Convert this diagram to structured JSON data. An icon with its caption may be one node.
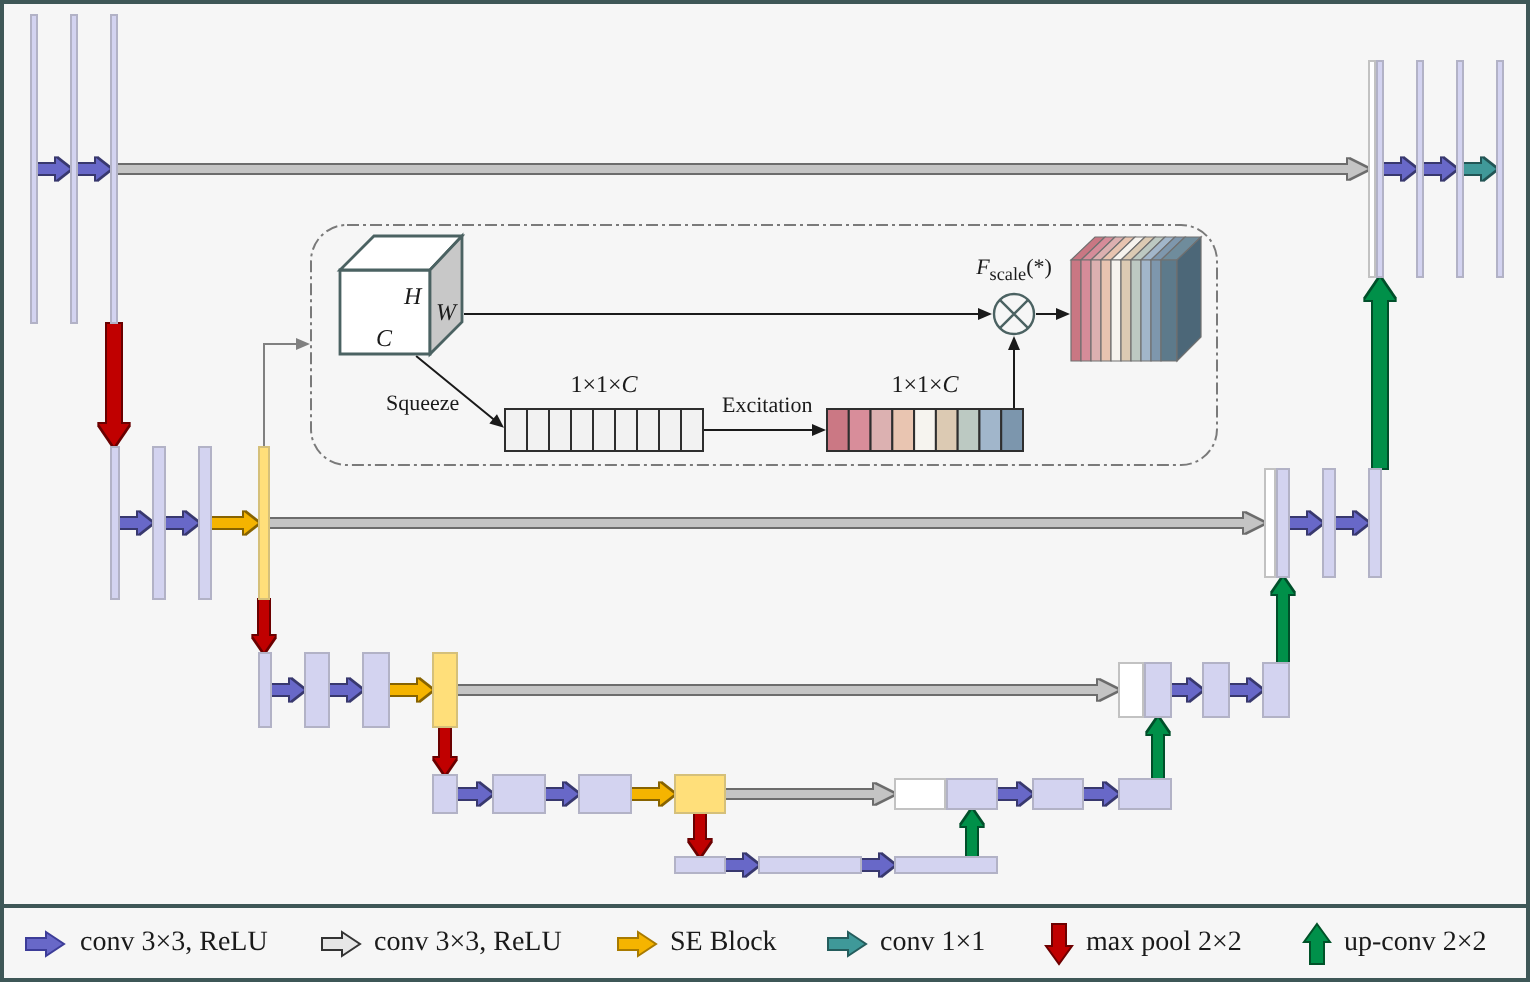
{
  "diagram": {
    "nodes": [
      {
        "text": [],
        "shape": "bar"
      },
      {
        "text": [],
        "shape": "bar"
      },
      {
        "text": [],
        "shape": "bar"
      },
      {
        "text": [],
        "shape": "bar"
      },
      {
        "text": [],
        "shape": "bar"
      },
      {
        "text": [],
        "shape": "bar"
      },
      {
        "text": [],
        "shape": "bar"
      },
      {
        "text": [],
        "shape": "bar"
      },
      {
        "text": [],
        "shape": "box"
      },
      {
        "text": [
          "H",
          "C",
          "W"
        ],
        "in": 8
      },
      {
        "text": [
          "*F*$_{scale}$(*)"
        ],
        "in": 8
      },
      {
        "text": [],
        "shape": "box",
        "in": 8
      },
      {
        "text": [
          "1×1×*C*"
        ],
        "in": 8
      },
      {
        "text": [
          "1×1×*C*"
        ],
        "in": 8
      },
      {
        "text": [],
        "shape": "bar"
      },
      {
        "text": [],
        "shape": "bar"
      },
      {
        "text": [],
        "shape": "bar"
      },
      {
        "text": [],
        "shape": "bar"
      },
      {
        "text": [],
        "shape": "bar"
      },
      {
        "text": [],
        "shape": "bar"
      },
      {
        "text": [],
        "shape": "bar"
      },
      {
        "text": [],
        "shape": "bar"
      },
      {
        "text": [],
        "shape": "bar"
      },
      {
        "text": [],
        "shape": "bar"
      },
      {
        "text": [],
        "shape": "bar"
      },
      {
        "text": [],
        "shape": "bar"
      },
      {
        "text": [],
        "shape": "bar"
      },
      {
        "text": [],
        "shape": "bar"
      },
      {
        "text": [],
        "shape": "bar"
      },
      {
        "text": [],
        "shape": "bar"
      },
      {
        "text": [],
        "shape": "bar"
      },
      {
        "text": [],
        "shape": "bar"
      },
      {
        "text": [],
        "shape": "bar"
      },
      {
        "text": [],
        "shape": "bar"
      },
      {
        "text": [],
        "shape": "bar"
      },
      {
        "text": [],
        "shape": "bar"
      },
      {
        "text": [],
        "shape": "bar"
      },
      {
        "text": [],
        "shape": "bar"
      },
      {
        "text": [],
        "shape": "bar"
      },
      {
        "text": [],
        "shape": "bar"
      },
      {
        "text": [],
        "shape": "bar"
      }
    ],
    "edges": [
      {
        "from": 0,
        "to": 1,
        "arrow": "to"
      },
      {
        "from": 1,
        "to": 2,
        "arrow": "to"
      },
      {
        "from": 2,
        "to": 3,
        "arrow": "to",
        "color": "#c4c4c4"
      },
      {
        "from": 4,
        "to": 5,
        "arrow": "to"
      },
      {
        "from": 5,
        "to": 6,
        "arrow": "to"
      },
      {
        "from": 6,
        "to": 7,
        "arrow": "to",
        "color": "#3f9999"
      },
      {
        "from": 2,
        "to": 14,
        "arrow": "to",
        "color": "#c00000"
      },
      {
        "from": 17,
        "to": 8,
        "arrow": "to",
        "color": "#808080"
      },
      {
        "from": 9,
        "to": 12,
        "arrow": "to",
        "label": "Squeeze",
        "color": "#1a1a1a"
      },
      {
        "from": 12,
        "to": 13,
        "arrow": "to",
        "label": "Excitation",
        "color": "#1a1a1a"
      },
      {
        "from": 9,
        "to": 10,
        "arrow": "to",
        "color": "#1a1a1a"
      },
      {
        "from": 13,
        "to": 10,
        "arrow": "to",
        "color": "#1a1a1a"
      },
      {
        "from": 10,
        "to": 11,
        "arrow": "to",
        "color": "#1a1a1a"
      },
      {
        "from": 14,
        "to": 15,
        "arrow": "to"
      },
      {
        "from": 15,
        "to": 16,
        "arrow": "to"
      },
      {
        "from": 16,
        "to": 17,
        "arrow": "to",
        "color": "#f5b400"
      },
      {
        "from": 17,
        "to": 18,
        "arrow": "to",
        "color": "#c4c4c4"
      },
      {
        "from": 19,
        "to": 20,
        "arrow": "to"
      },
      {
        "from": 20,
        "to": 21,
        "arrow": "to"
      },
      {
        "from": 21,
        "to": 4,
        "arrow": "to",
        "color": "#00904a"
      },
      {
        "from": 17,
        "to": 22,
        "arrow": "to",
        "color": "#c00000"
      },
      {
        "from": 22,
        "to": 23,
        "arrow": "to"
      },
      {
        "from": 23,
        "to": 24,
        "arrow": "to"
      },
      {
        "from": 24,
        "to": 25,
        "arrow": "to",
        "color": "#f5b400"
      },
      {
        "from": 25,
        "to": 26,
        "arrow": "to",
        "color": "#c4c4c4"
      },
      {
        "from": 27,
        "to": 28,
        "arrow": "to"
      },
      {
        "from": 28,
        "to": 29,
        "arrow": "to"
      },
      {
        "from": 29,
        "to": 19,
        "arrow": "to",
        "color": "#00904a"
      },
      {
        "from": 25,
        "to": 30,
        "arrow": "to",
        "color": "#c00000"
      },
      {
        "from": 30,
        "to": 31,
        "arrow": "to"
      },
      {
        "from": 31,
        "to": 32,
        "arrow": "to"
      },
      {
        "from": 32,
        "to": 33,
        "arrow": "to",
        "color": "#f5b400"
      },
      {
        "from": 33,
        "to": 34,
        "arrow": "to",
        "color": "#c4c4c4"
      },
      {
        "from": 35,
        "to": 36,
        "arrow": "to"
      },
      {
        "from": 36,
        "to": 37,
        "arrow": "to"
      },
      {
        "from": 37,
        "to": 27,
        "arrow": "to",
        "color": "#00904a"
      },
      {
        "from": 33,
        "to": 38,
        "arrow": "to",
        "color": "#c00000"
      },
      {
        "from": 38,
        "to": 39,
        "arrow": "to"
      },
      {
        "from": 39,
        "to": 40,
        "arrow": "to"
      },
      {
        "from": 40,
        "to": 35,
        "arrow": "to",
        "color": "#00904a"
      }
    ],
    "legend": [
      {
        "text": "conv 3×3, ReLU"
      },
      {
        "text": "conv 3×3, ReLU"
      },
      {
        "text": "SE Block"
      },
      {
        "text": "conv 1×1"
      },
      {
        "text": "max pool 2×2"
      },
      {
        "text": "up-conv 2×2"
      }
    ]
  }
}
